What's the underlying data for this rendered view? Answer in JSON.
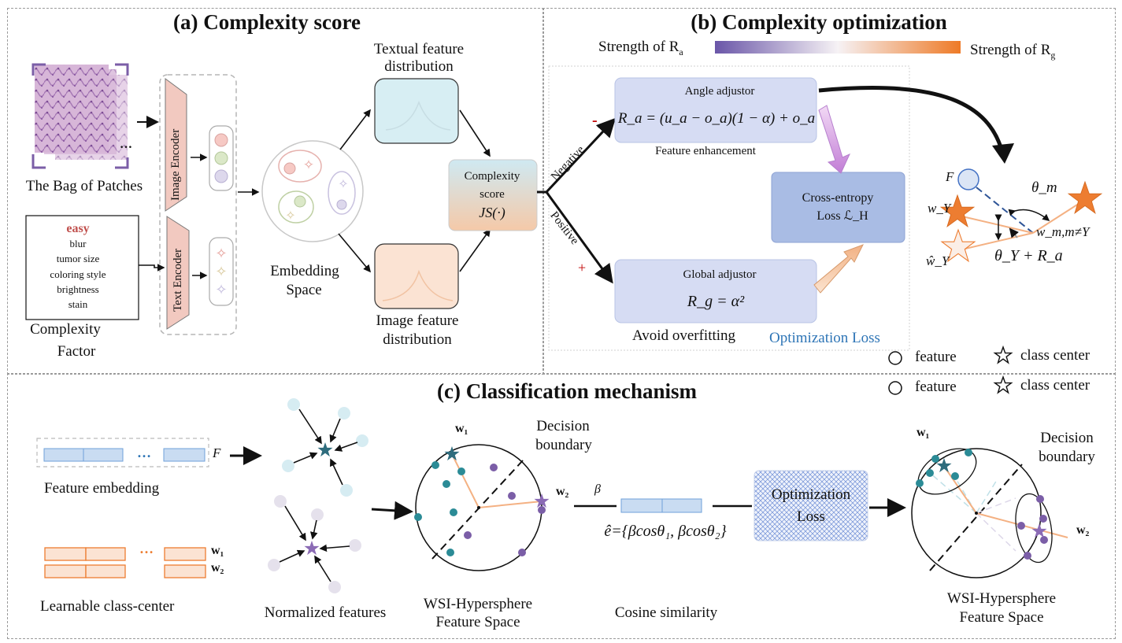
{
  "panel_a": {
    "title": "(a) Complexity score",
    "bag_label": "The Bag of Patches",
    "image_encoder": "Image Encoder",
    "text_encoder": "Text Encoder",
    "factors": [
      "easy",
      "blur",
      "tumor size",
      "coloring style",
      "brightness",
      "stain"
    ],
    "factor_label_1": "Complexity",
    "factor_label_2": "Factor",
    "embedding_1": "Embedding",
    "embedding_2": "Space",
    "textual_1": "Textual feature",
    "textual_2": "distribution",
    "image_dist_1": "Image feature",
    "image_dist_2": "distribution",
    "score_1": "Complexity",
    "score_2": "score",
    "score_3": "JS(·)",
    "ellipsis": "…"
  },
  "panel_b": {
    "title": "(b) Complexity optimization",
    "strength_ra": "Strength of R",
    "strength_ra_sub": "a",
    "strength_rg": "Strength of R",
    "strength_rg_sub": "g",
    "negative": "Negative",
    "positive": "Positive",
    "minus": "-",
    "plus": "+",
    "angle_title": "Angle adjustor",
    "angle_formula": "R_a = (u_a − o_a)(1 − α) + o_a",
    "feature_enh": "Feature enhancement",
    "ce_1": "Cross-entropy",
    "ce_2": "Loss ℒ_H",
    "global_title": "Global adjustor",
    "global_formula": "R_g = α²",
    "avoid": "Avoid overfitting",
    "opt_loss": "Optimization Loss",
    "F": "F",
    "wY": "w_Y",
    "wYhat": "ŵ_Y",
    "theta_m": "θ_m",
    "w_m": "w_m,m≠Y",
    "theta_Y": "θ_Y + R_a",
    "legend_feature": "feature",
    "legend_center": "class center"
  },
  "panel_c": {
    "title": "(c) Classification mechanism",
    "legend_feature": "feature",
    "legend_center": "class center",
    "feature_emb": "Feature  embedding",
    "F": "F",
    "dots": "…",
    "w1": "w₁",
    "w2": "w₂",
    "learnable": "Learnable class-center",
    "normalized": "Normalized features",
    "decision_1": "Decision",
    "decision_2": "boundary",
    "hyper_1": "WSI-Hypersphere",
    "hyper_2": "Feature Space",
    "beta": "β",
    "e_formula": "ê={βcosθ₁, βcosθ₂}",
    "cosine": "Cosine similarity",
    "opt_1": "Optimization",
    "opt_2": "Loss"
  },
  "colors": {
    "purple": "#7b5ea7",
    "orange": "#ed7d31",
    "teal": "#2b7f8e",
    "blue_box": "#c8d3ee",
    "ce_box": "#a9bce4",
    "red": "#c00000",
    "opt_blue": "#2e75b6"
  }
}
